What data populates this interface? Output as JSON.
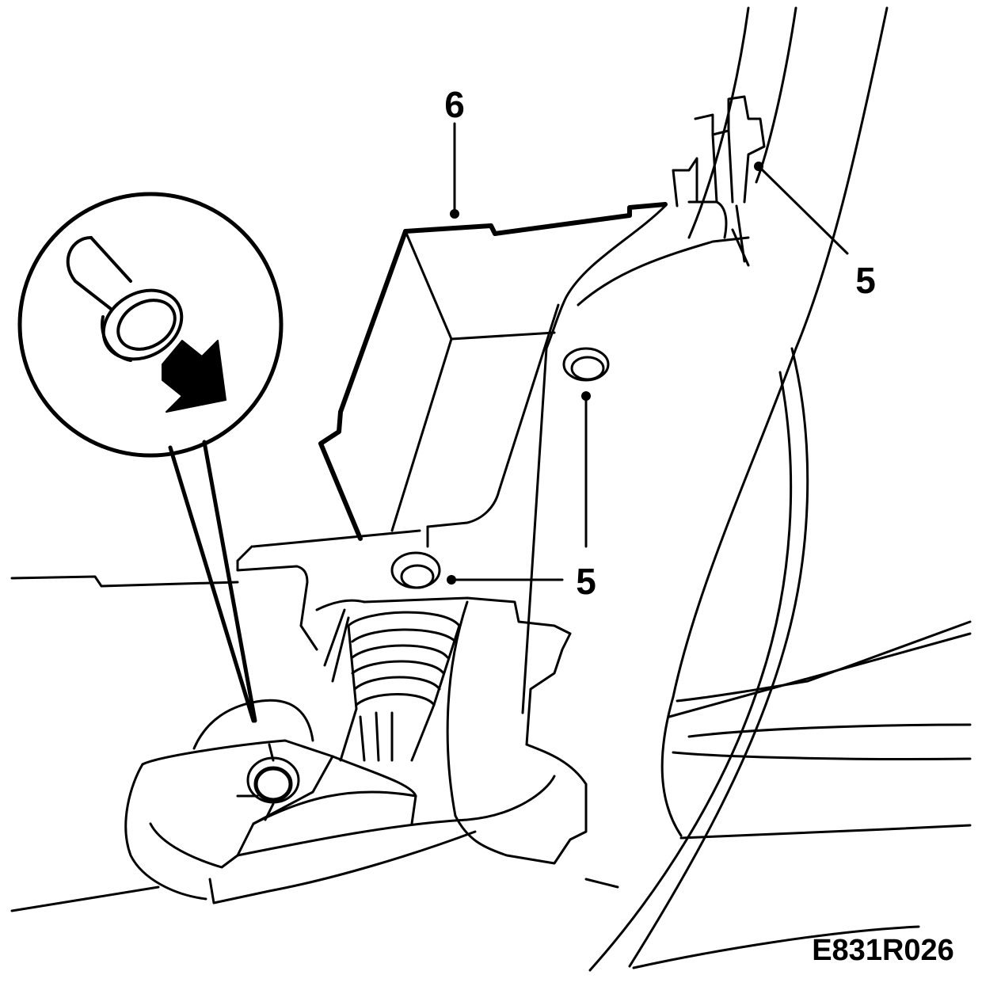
{
  "figure": {
    "reference_code": "E831R026",
    "callouts": [
      {
        "id": "six",
        "label": "6"
      },
      {
        "id": "five-right",
        "label": "5"
      },
      {
        "id": "five-center",
        "label": "5"
      }
    ],
    "inset_icon": "push-rivet-icon",
    "inset_arrow_icon": "press-direction-arrow-icon",
    "line_color": "#000000",
    "background_color": "#ffffff"
  }
}
